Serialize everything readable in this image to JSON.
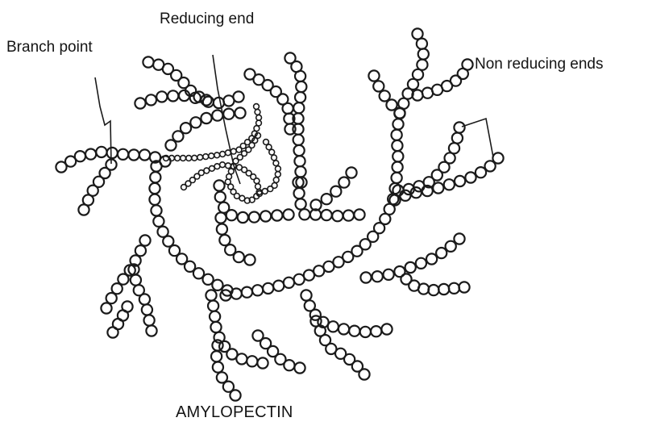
{
  "labels": {
    "reducing_end": "Reducing end",
    "branch_point": "Branch point",
    "non_reducing_ends": "Non reducing ends",
    "caption": "AMYLOPECTIN"
  },
  "colors": {
    "ink": "#1a1a1a",
    "background": "#ffffff"
  }
}
